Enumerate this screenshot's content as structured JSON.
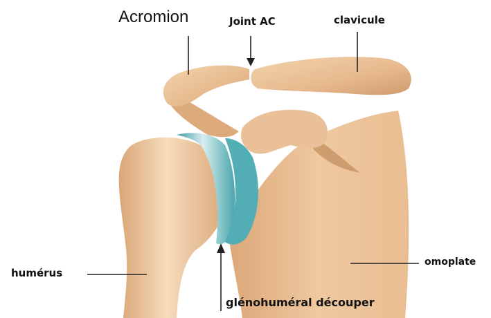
{
  "labels": {
    "acromion": "Acromion",
    "joint_ac": "Joint AC",
    "clavicule": "clavicule",
    "humerus": "humérus",
    "omoplate": "omoplate",
    "glenohumeral": "glénohuméral découper"
  },
  "colors": {
    "bone_light": "#f0cfa5",
    "bone_mid": "#dfae80",
    "bone_dark": "#c78b5e",
    "cartilage": "#4aa6ad",
    "cartilage_light": "#cde9ec",
    "line": "#222222"
  }
}
